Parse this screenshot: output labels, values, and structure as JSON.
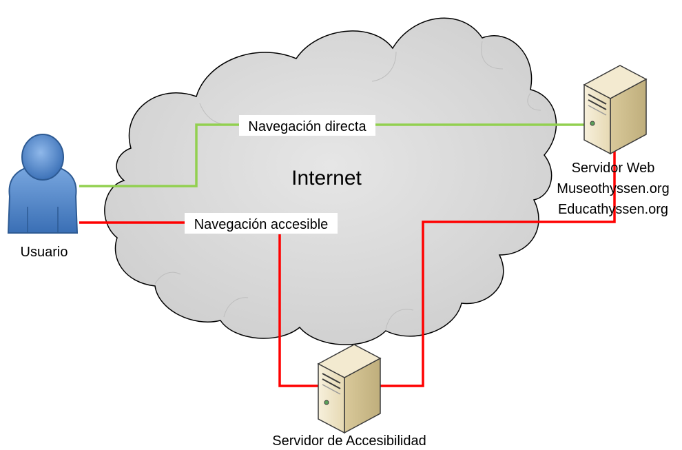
{
  "cloud": {
    "label": "Internet"
  },
  "user": {
    "label": "Usuario"
  },
  "web_server": {
    "label_lines": [
      "Servidor Web",
      "Museothyssen.org",
      "Educathyssen.org"
    ]
  },
  "accessibility_server": {
    "label": "Servidor de Accesibilidad"
  },
  "links": {
    "direct": {
      "label": "Navegación directa",
      "color": "#92d050"
    },
    "accessible": {
      "label": "Navegación accesible",
      "color": "#ff0000"
    }
  },
  "colors": {
    "cloud_fill": "#d9d9d9",
    "cloud_stroke": "#000000",
    "user_fill": "#5b8fd0",
    "server_fill": "#f1e7c8"
  }
}
